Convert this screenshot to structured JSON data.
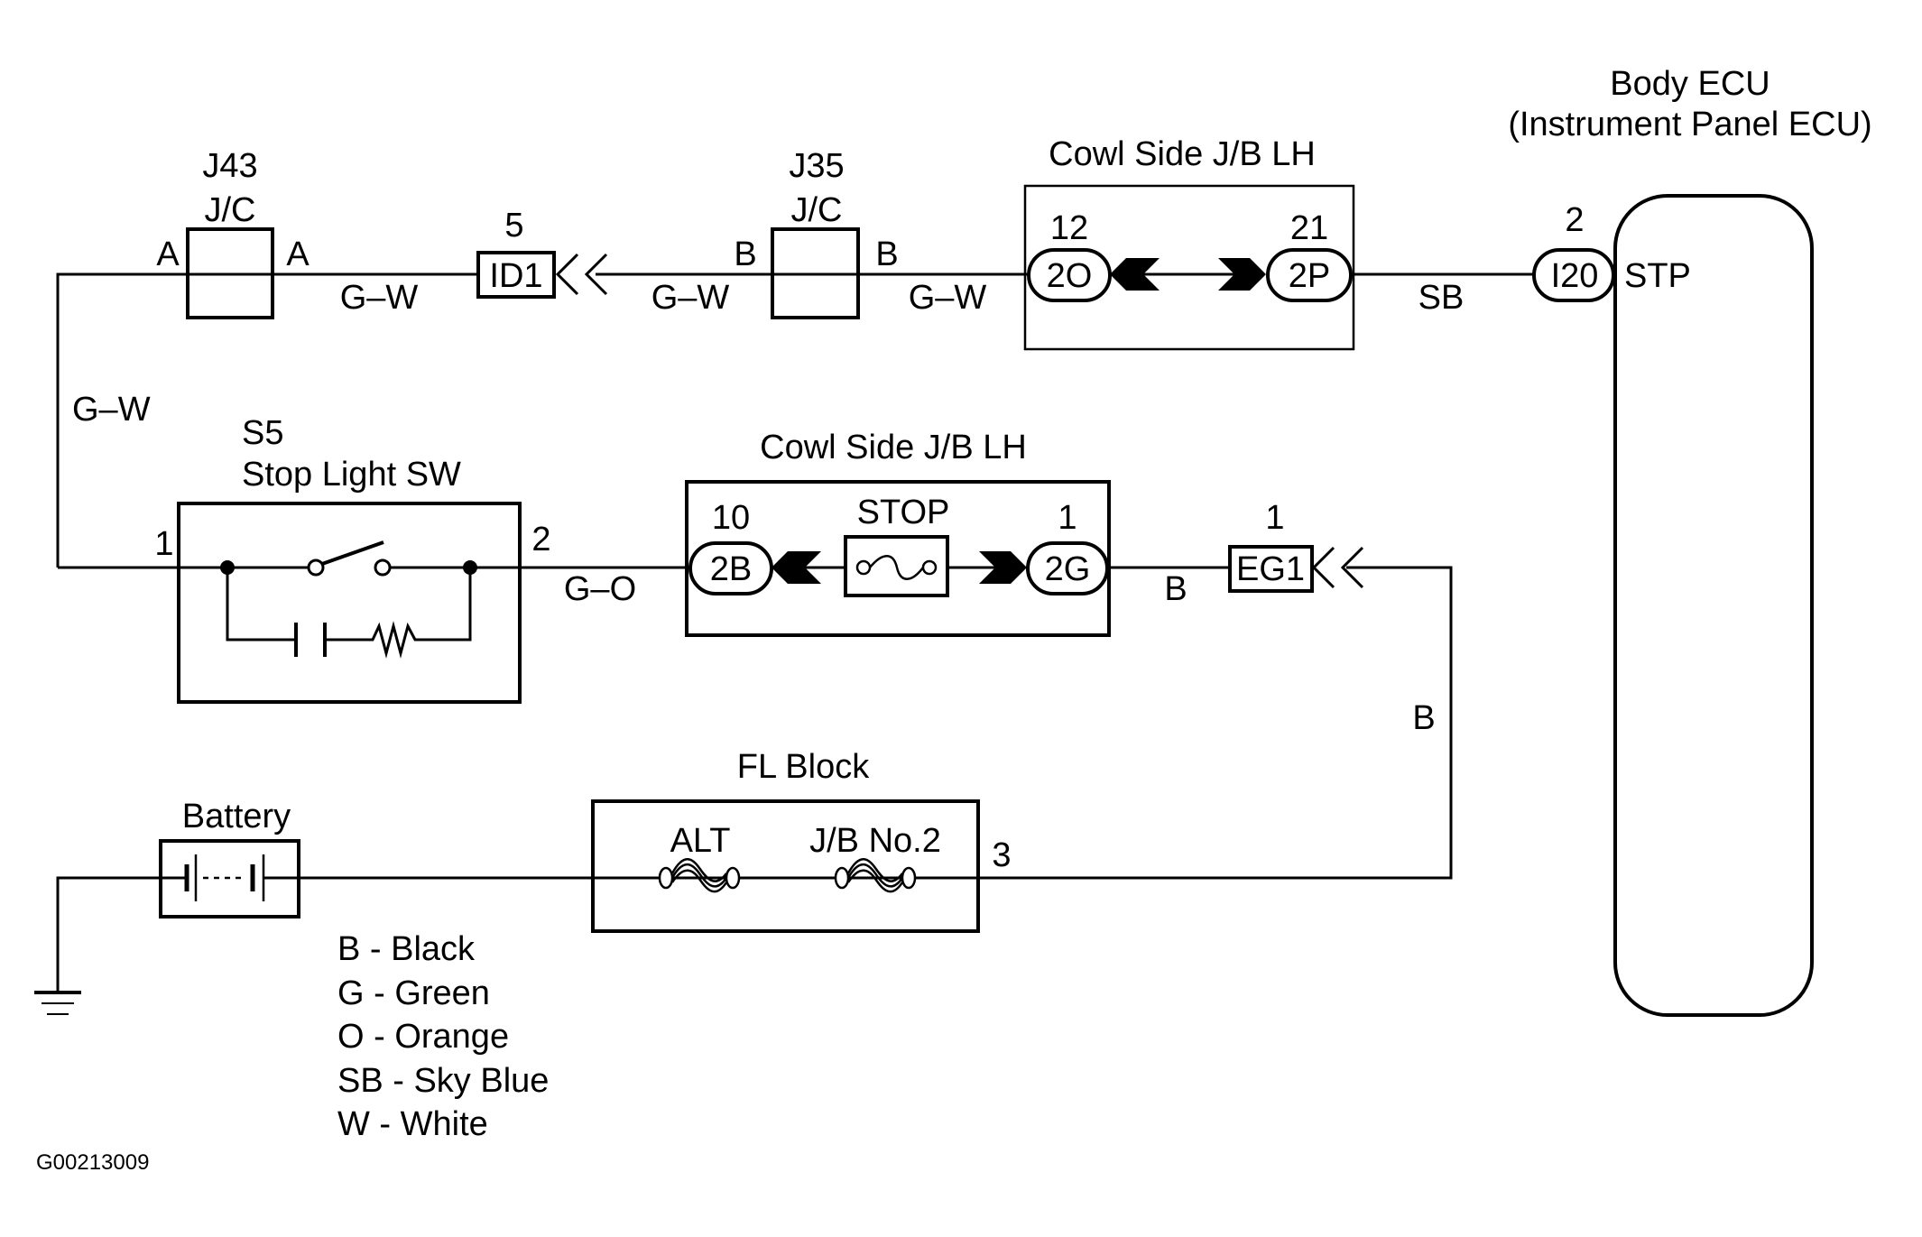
{
  "diagram": {
    "figure_id": "G00213009",
    "components": {
      "j43": {
        "code": "J43",
        "type": "J/C",
        "pin_left": "A",
        "pin_right": "A"
      },
      "id1": {
        "pin": "5",
        "label": "ID1"
      },
      "j35": {
        "code": "J35",
        "type": "J/C",
        "pin_left": "B",
        "pin_right": "B"
      },
      "cowl_top": {
        "title": "Cowl Side J/B LH",
        "left_pin": "12",
        "left_conn": "2O",
        "right_pin": "21",
        "right_conn": "2P"
      },
      "ecu": {
        "title": "Body ECU",
        "subtitle": "(Instrument Panel ECU)",
        "pin": "2",
        "conn": "I20",
        "terminal": "STP"
      },
      "stop_switch": {
        "code": "S5",
        "name": "Stop Light SW",
        "pin_left": "1",
        "pin_right": "2"
      },
      "cowl_mid": {
        "title": "Cowl Side J/B LH",
        "left_pin": "10",
        "left_conn": "2B",
        "fuse": "STOP",
        "right_pin": "1",
        "right_conn": "2G"
      },
      "eg1": {
        "pin": "1",
        "label": "EG1"
      },
      "battery": {
        "name": "Battery"
      },
      "fl_block": {
        "title": "FL Block",
        "fuse1": "ALT",
        "fuse2": "J/B No.2",
        "pin": "3"
      }
    },
    "wires": {
      "j43_id1": "G–W",
      "id1_j35": "G–W",
      "j35_cowl": "G–W",
      "cowl_ecu": "SB",
      "left_vertical": "G–W",
      "switch_cowl": "G–O",
      "cowl_eg1": "B",
      "eg1_fl": "B"
    },
    "legend": [
      "B - Black",
      "G - Green",
      "O - Orange",
      "SB - Sky Blue",
      "W - White"
    ]
  }
}
